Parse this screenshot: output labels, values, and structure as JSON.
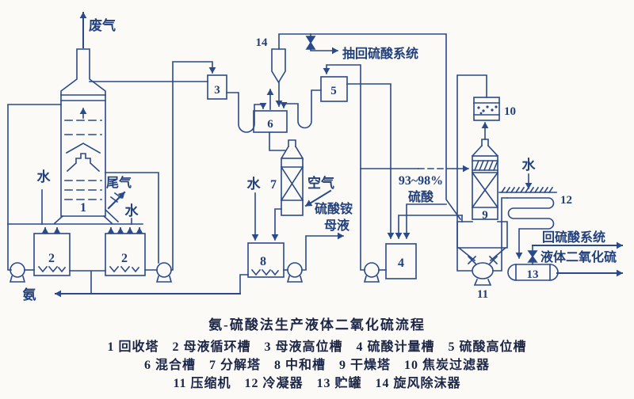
{
  "diagram": {
    "ink_color": "#2a4a8c",
    "labels": {
      "waste_gas": "废气",
      "water": "水",
      "tail_gas": "尾气",
      "ammonia": "氨",
      "air": "空气",
      "ammonium_sulfate": "硫酸铵",
      "mother_liquor": "母液",
      "pump_back_acid_system": "抽回硫酸系统",
      "acid_concentration": "93~98%",
      "acid_word": "硫酸",
      "return_acid_system": "回硫酸系统",
      "liquid_so2": "液体二氧化硫"
    },
    "numbers": {
      "tower1": "1",
      "tank2_left": "2",
      "tank2_right": "2",
      "box3": "3",
      "tank4": "4",
      "box5": "5",
      "box6": "6",
      "tower7": "7",
      "tank8": "8",
      "tower9": "9",
      "filter10": "10",
      "compressor11": "11",
      "condenser12": "12",
      "tank13": "13",
      "cyclone14": "14"
    }
  },
  "caption": {
    "title": "氨-硫酸法生产液体二氧化硫流程",
    "line1": "1 回收塔　2 母液循环槽　3 母液高位槽　4 硫酸计量槽　5 硫酸高位槽",
    "line2": "6 混合槽　7 分解塔　8 中和槽　9 干燥塔　10 焦炭过滤器",
    "line3": "11 压缩机　12 冷凝器　13 贮罐　14 旋风除沫器",
    "legend_items": [
      {
        "num": "1",
        "name": "回收塔"
      },
      {
        "num": "2",
        "name": "母液循环槽"
      },
      {
        "num": "3",
        "name": "母液高位槽"
      },
      {
        "num": "4",
        "name": "硫酸计量槽"
      },
      {
        "num": "5",
        "name": "硫酸高位槽"
      },
      {
        "num": "6",
        "name": "混合槽"
      },
      {
        "num": "7",
        "name": "分解塔"
      },
      {
        "num": "8",
        "name": "中和槽"
      },
      {
        "num": "9",
        "name": "干燥塔"
      },
      {
        "num": "10",
        "name": "焦炭过滤器"
      },
      {
        "num": "11",
        "name": "压缩机"
      },
      {
        "num": "12",
        "name": "冷凝器"
      },
      {
        "num": "13",
        "name": "贮罐"
      },
      {
        "num": "14",
        "name": "旋风除沫器"
      }
    ]
  }
}
